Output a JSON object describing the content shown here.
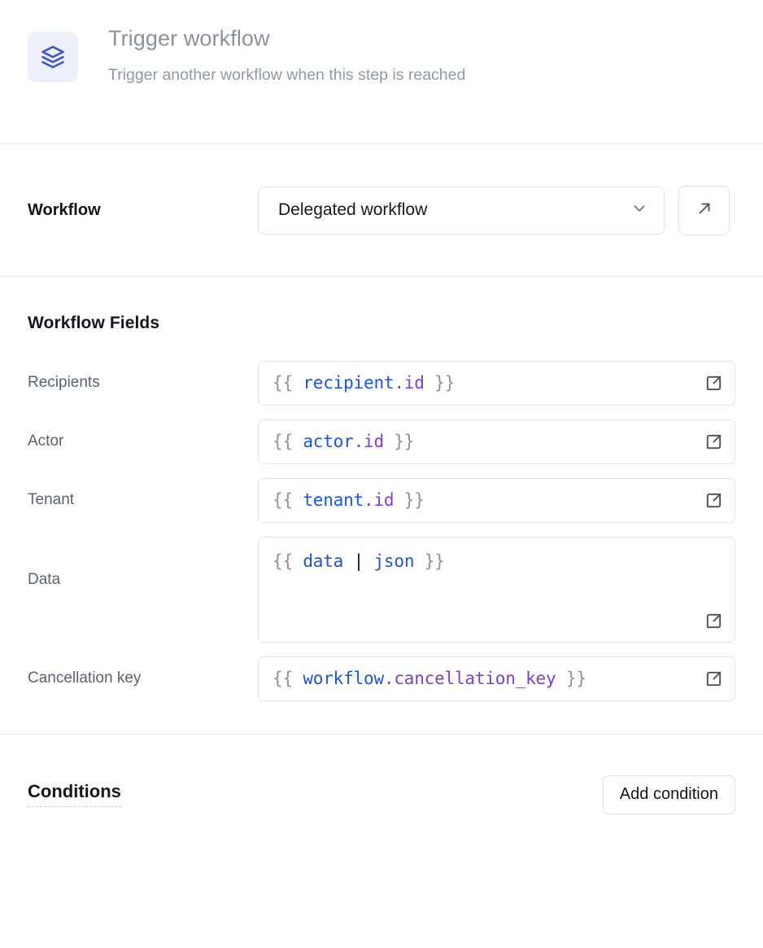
{
  "header": {
    "icon": "layers-icon",
    "title": "Trigger workflow",
    "subtitle": "Trigger another workflow when this step is reached",
    "icon_color": "#3b52cc",
    "icon_bg": "#edf0fb"
  },
  "workflow_row": {
    "label": "Workflow",
    "select_value": "Delegated workflow",
    "select_icon": "chevron-down-icon",
    "open_button_icon": "arrow-up-right-icon"
  },
  "fields_section": {
    "title": "Workflow Fields",
    "expand_icon": "external-link-icon",
    "fields": [
      {
        "label": "Recipients",
        "value": "{{ recipient.id }}",
        "multiline": false,
        "tokens": [
          {
            "text": "{{ ",
            "type": "brace"
          },
          {
            "text": "recipient",
            "type": "obj"
          },
          {
            "text": ".id",
            "type": "prop"
          },
          {
            "text": " }}",
            "type": "brace"
          }
        ]
      },
      {
        "label": "Actor",
        "value": "{{ actor.id }}",
        "multiline": false,
        "tokens": [
          {
            "text": "{{ ",
            "type": "brace"
          },
          {
            "text": "actor",
            "type": "obj"
          },
          {
            "text": ".id",
            "type": "prop"
          },
          {
            "text": " }}",
            "type": "brace"
          }
        ]
      },
      {
        "label": "Tenant",
        "value": "{{ tenant.id }}",
        "multiline": false,
        "tokens": [
          {
            "text": "{{ ",
            "type": "brace"
          },
          {
            "text": "tenant",
            "type": "obj"
          },
          {
            "text": ".id",
            "type": "prop"
          },
          {
            "text": " }}",
            "type": "brace"
          }
        ]
      },
      {
        "label": "Data",
        "value": "{{ data | json }}",
        "multiline": true,
        "tokens": [
          {
            "text": "{{ ",
            "type": "brace"
          },
          {
            "text": "data",
            "type": "obj"
          },
          {
            "text": " ",
            "type": "brace"
          },
          {
            "text": "|",
            "type": "pipe"
          },
          {
            "text": " ",
            "type": "brace"
          },
          {
            "text": "json",
            "type": "filter"
          },
          {
            "text": " }}",
            "type": "brace"
          }
        ]
      },
      {
        "label": "Cancellation key",
        "value": "{{ workflow.cancellation_key }}",
        "multiline": false,
        "tokens": [
          {
            "text": "{{ ",
            "type": "brace"
          },
          {
            "text": "workflow",
            "type": "obj"
          },
          {
            "text": ".cancellation_key",
            "type": "prop"
          },
          {
            "text": " }}",
            "type": "brace"
          }
        ]
      }
    ]
  },
  "conditions_section": {
    "title": "Conditions",
    "add_button_label": "Add condition"
  },
  "colors": {
    "divider": "#e7e8ec",
    "border": "#dfe1e6",
    "token_object": "#1a56db",
    "token_property": "#7c3fd4",
    "token_brace": "#8d9199",
    "label_muted": "#5b6270",
    "heading": "#14171e",
    "header_text": "#8b919f"
  }
}
